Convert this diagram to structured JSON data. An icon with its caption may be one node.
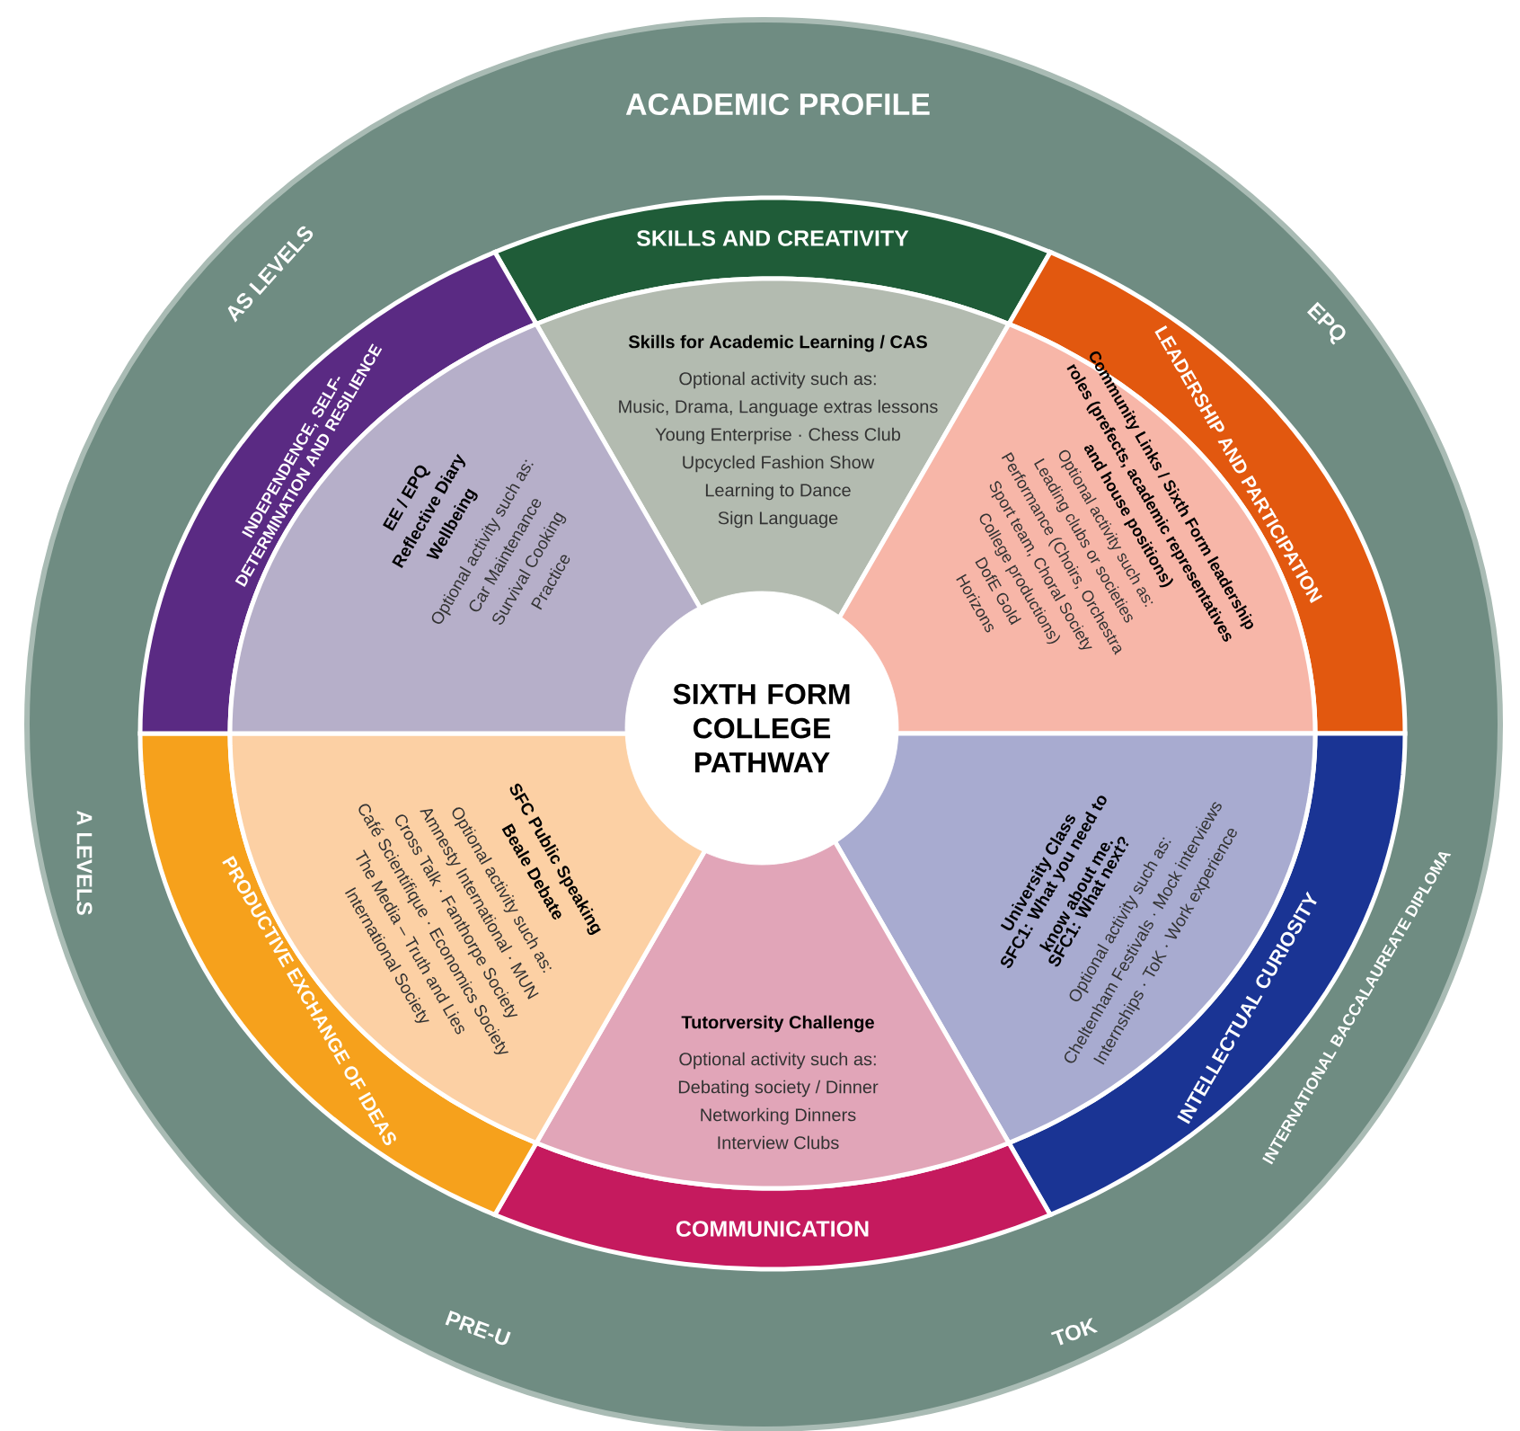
{
  "diagram": {
    "nodes": [
      {
        "text": [
          "ACADEMIC PROFILE",
          "AS LEVELS",
          "EPQ",
          "INTERNATIONAL BACCALAUREATE DIPLOMA",
          "TOK",
          "PRE-U",
          "A LEVELS"
        ]
      },
      {
        "text": [
          "SIXTH FORM COLLEGE PATHWAY"
        ],
        "in": 0
      },
      {
        "text": [
          "SKILLS AND CREATIVITY"
        ],
        "in": 0
      },
      {
        "text": [
          "Skills for Academic Learning / CAS",
          "Optional activity such as:",
          "Music, Drama, Language extras lessons",
          "Young Enterprise · Chess Club",
          "Upcycled Fashion Show",
          "Learning to Dance",
          "Sign Language"
        ],
        "in": 0
      },
      {
        "text": [
          "LEADERSHIP AND PARTICIPATION"
        ],
        "in": 0
      },
      {
        "text": [
          "Community Links / Sixth Form leadership roles (prefects, academic representatives and house positions)",
          "Optional activity such as:",
          "Leading clubs or societies",
          "Performance (Choirs, Orchestra",
          "Sport team, Choral Society",
          "College productions)",
          "DofE Gold",
          "Horizons"
        ],
        "in": 0
      },
      {
        "text": [
          "INTELLECTUAL CURIOSITY"
        ],
        "in": 0
      },
      {
        "text": [
          "University Class",
          "SFC1: What you need to know about me.",
          "SFC1: What next?",
          "Optional activity such as:",
          "Cheltenham Festivals · Mock interviews",
          "Internships · ToK · Work experience"
        ],
        "in": 0
      },
      {
        "text": [
          "COMMUNICATION"
        ],
        "in": 0
      },
      {
        "text": [
          "Tutorversity Challenge",
          "Optional activity such as:",
          "Debating society / Dinner",
          "Networking Dinners",
          "Interview Clubs"
        ],
        "in": 0
      },
      {
        "text": [
          "PRODUCTIVE EXCHANGE OF IDEAS"
        ],
        "in": 0
      },
      {
        "text": [
          "SFC Public Speaking",
          "Beale Debate",
          "Optional activity such as:",
          "Amnesty International · MUN",
          "Cross Talk · Fanthorpe Society",
          "Café Scientifique · Economics Society",
          "The Media – Truth and Lies",
          "International Society"
        ],
        "in": 0
      },
      {
        "text": [
          "INDEPENDENCE, SELF-DETERMINATION AND RESILIENCE"
        ],
        "in": 0
      },
      {
        "text": [
          "EE / EPQ",
          "Reflective Diary",
          "Wellbeing",
          "Optional activity such as:",
          "Car Maintenance",
          "Survival Cooking",
          "Practice"
        ],
        "in": 0
      }
    ]
  }
}
